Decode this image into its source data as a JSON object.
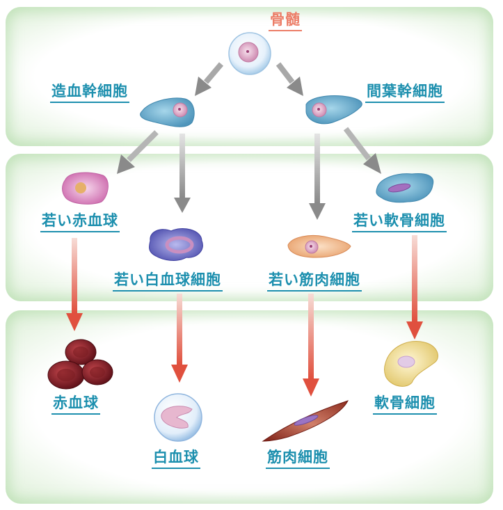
{
  "labels": {
    "bone_marrow": "骨髄",
    "hematopoietic_stem_cell": "造血幹細胞",
    "mesenchymal_stem_cell": "間葉幹細胞",
    "young_red_blood_cell": "若い赤血球",
    "young_white_blood_cell": "若い白血球細胞",
    "young_muscle_cell": "若い筋肉細胞",
    "young_cartilage_cell": "若い軟骨細胞",
    "red_blood_cell": "赤血球",
    "white_blood_cell": "白血球",
    "muscle_cell": "筋肉細胞",
    "cartilage_cell": "軟骨細胞"
  },
  "colors": {
    "label_text": "#1c8fae",
    "title_text": "#ec7d67",
    "band_edge": "#cfe8c8",
    "gray_arrow": "#8a8a8a",
    "red_arrow": "#e0503e"
  }
}
